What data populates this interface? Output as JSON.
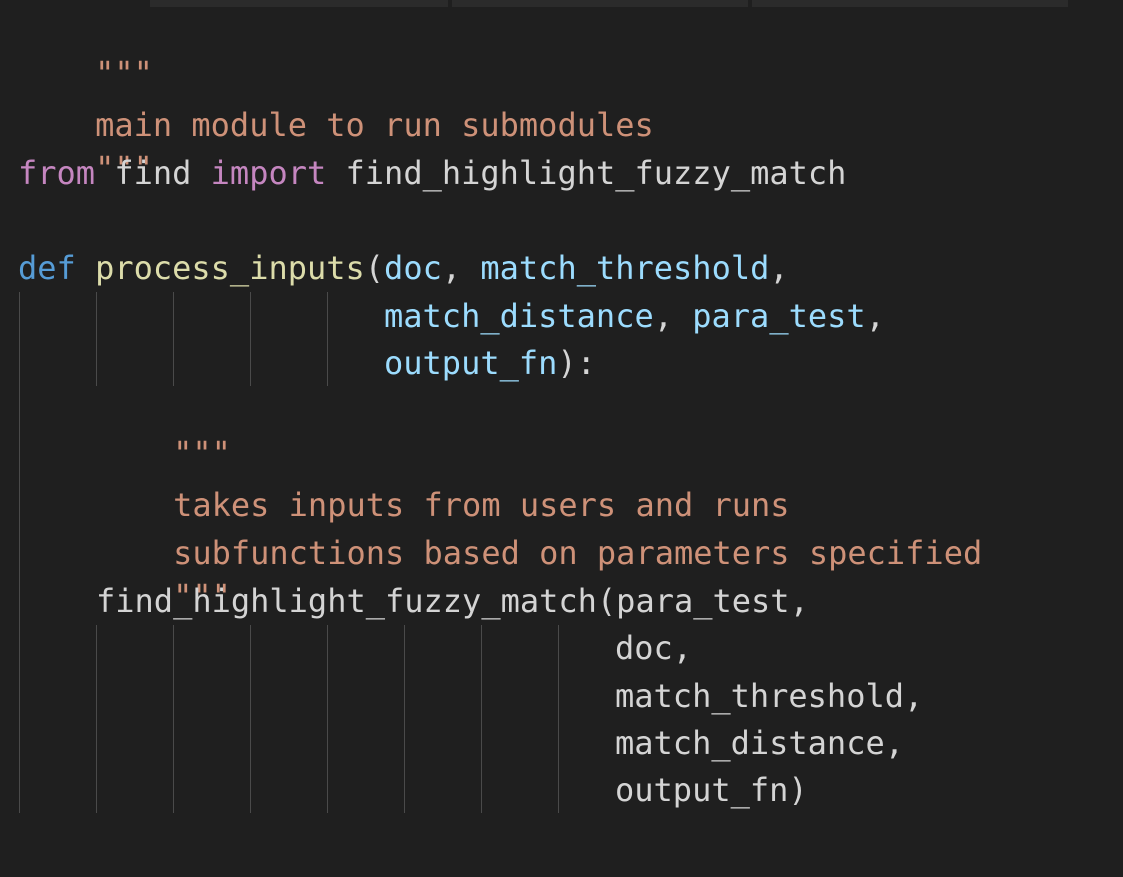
{
  "colors": {
    "background": "#1f1f1f",
    "keyword_blue": "#569cd6",
    "keyword_purple": "#c586c0",
    "string": "#ce9178",
    "function": "#dcdcaa",
    "parameter": "#9cdcfe",
    "text": "#d4d4d4",
    "indent_guide": "#4a4a4a"
  },
  "code": {
    "line1_docstring_open": "\"\"\"",
    "line2_docstring_text": "main module to run submodules",
    "line3_docstring_close": "\"\"\"",
    "line4_from": "from",
    "line4_module": " find ",
    "line4_import": "import",
    "line4_name": " find_highlight_fuzzy_match",
    "line6_def": "def",
    "line6_space": " ",
    "line6_func": "process_inputs",
    "line6_paren": "(",
    "line6_p1": "doc",
    "line6_comma1": ", ",
    "line6_p2": "match_threshold",
    "line6_comma2": ",",
    "line7_p3": "match_distance",
    "line7_comma3": ", ",
    "line7_p4": "para_test",
    "line7_comma4": ",",
    "line8_p5": "output_fn",
    "line8_close": "):",
    "line9_doc_open": "\"\"\"",
    "line10_doc": "takes inputs from users and runs",
    "line11_doc": "subfunctions based on parameters specified",
    "line12_doc_close": "\"\"\"",
    "line13_call": "find_highlight_fuzzy_match",
    "line13_paren": "(",
    "line13_a1": "para_test",
    "line13_comma": ",",
    "line14_a2": "doc",
    "line14_comma": ",",
    "line15_a3": "match_threshold",
    "line15_comma": ",",
    "line16_a4": "match_distance",
    "line16_comma": ",",
    "line17_a5": "output_fn",
    "line17_close": ")"
  }
}
